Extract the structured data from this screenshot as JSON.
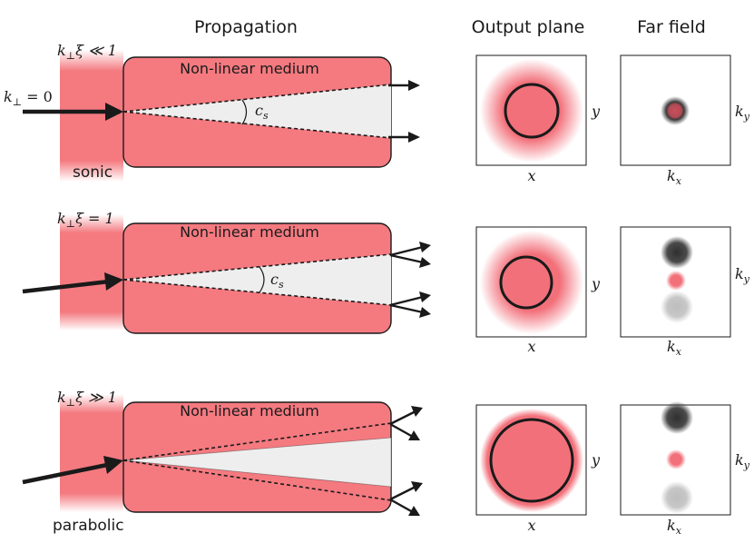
{
  "headers": {
    "propagation": "Propagation",
    "output_plane": "Output plane",
    "far_field": "Far field"
  },
  "rows": [
    {
      "condition": {
        "var": "k",
        "sub": "⊥",
        "rest": "ξ ≪ 1"
      },
      "input_label": {
        "var": "k",
        "sub": "⊥",
        "rest": " = 0"
      },
      "medium_label": "Non-linear medium",
      "angle_label": {
        "var": "c",
        "sub": "s"
      },
      "regime_label": "sonic",
      "output": {
        "x_label": "x",
        "y_label": "y"
      },
      "far": {
        "x_label": {
          "var": "k",
          "sub": "x"
        },
        "y_label": {
          "var": "k",
          "sub": "y"
        }
      }
    },
    {
      "condition": {
        "var": "k",
        "sub": "⊥",
        "rest": "ξ = 1"
      },
      "input_label": null,
      "medium_label": "Non-linear medium",
      "angle_label": {
        "var": "c",
        "sub": "s"
      },
      "regime_label": "",
      "output": {
        "x_label": "x",
        "y_label": "y"
      },
      "far": {
        "x_label": {
          "var": "k",
          "sub": "x"
        },
        "y_label": {
          "var": "k",
          "sub": "y"
        }
      }
    },
    {
      "condition": {
        "var": "k",
        "sub": "⊥",
        "rest": "ξ ≫ 1"
      },
      "input_label": null,
      "medium_label": "Non-linear medium",
      "angle_label": null,
      "regime_label": "parabolic",
      "output": {
        "x_label": "x",
        "y_label": "y"
      },
      "far": {
        "x_label": {
          "var": "k",
          "sub": "x"
        },
        "y_label": {
          "var": "k",
          "sub": "y"
        }
      }
    }
  ],
  "colors": {
    "beam": "#f47a80",
    "beam_core": "#f2707a",
    "cone_fill": "#eeeeee",
    "stroke": "#1a1a1a"
  }
}
